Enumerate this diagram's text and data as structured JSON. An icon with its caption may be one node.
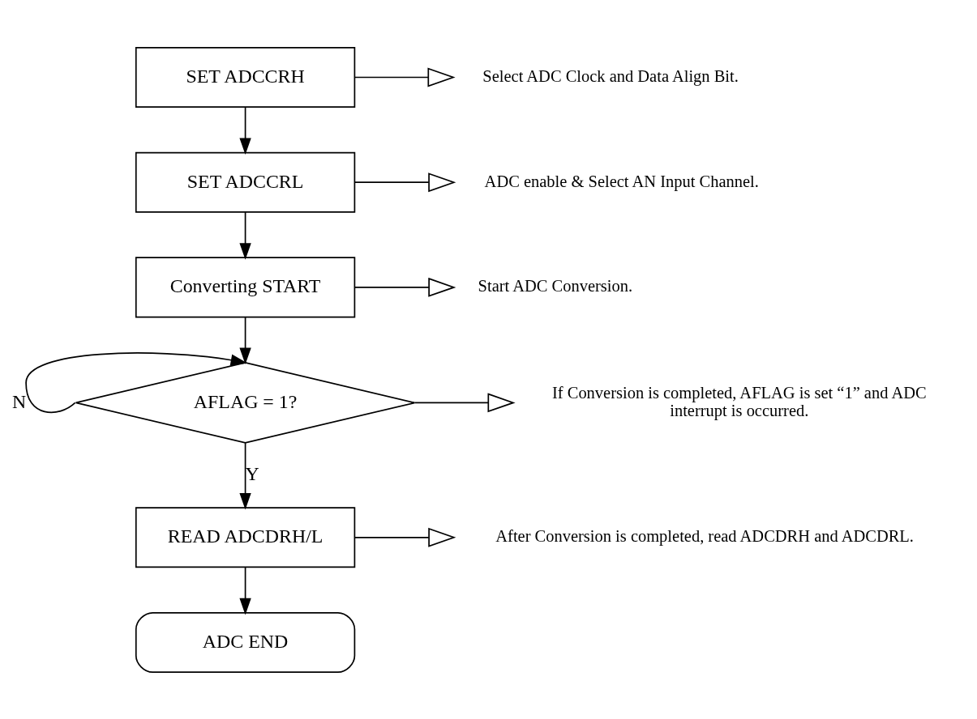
{
  "diagram": {
    "nodes": [
      {
        "text": [
          "SET ADCCRH"
        ]
      },
      {
        "text": [
          "SET ADCCRL"
        ]
      },
      {
        "text": [
          "Converting START"
        ]
      },
      {
        "text": [
          "AFLAG = 1?"
        ]
      },
      {
        "text": [
          "READ ADCDRH/L"
        ]
      },
      {
        "text": [
          "ADC END"
        ]
      },
      {
        "text": [
          "Select ADC Clock and Data Align Bit."
        ]
      },
      {
        "text": [
          "ADC enable & Select AN Input Channel."
        ]
      },
      {
        "text": [
          "Start ADC Conversion."
        ]
      },
      {
        "text": [
          "If Conversion is completed, AFLAG is set “1” and ADC interrupt is occurred."
        ]
      },
      {
        "text": [
          "After Conversion is completed, read ADCDRH and ADCDRL."
        ]
      }
    ],
    "edges": [
      {
        "from": 0,
        "to": 1,
        "arrow": "to"
      },
      {
        "from": 1,
        "to": 2,
        "arrow": "to"
      },
      {
        "from": 2,
        "to": 3,
        "arrow": "to"
      },
      {
        "from": 3,
        "to": 3,
        "arrow": "to",
        "label": "N"
      },
      {
        "from": 3,
        "to": 4,
        "arrow": "to",
        "label": "Y"
      },
      {
        "from": 4,
        "to": 5,
        "arrow": "to"
      },
      {
        "from": 0,
        "to": 6,
        "arrow": "to"
      },
      {
        "from": 1,
        "to": 7,
        "arrow": "to"
      },
      {
        "from": 2,
        "to": 8,
        "arrow": "to"
      },
      {
        "from": 3,
        "to": 9,
        "arrow": "to"
      },
      {
        "from": 4,
        "to": 10,
        "arrow": "to"
      }
    ]
  }
}
